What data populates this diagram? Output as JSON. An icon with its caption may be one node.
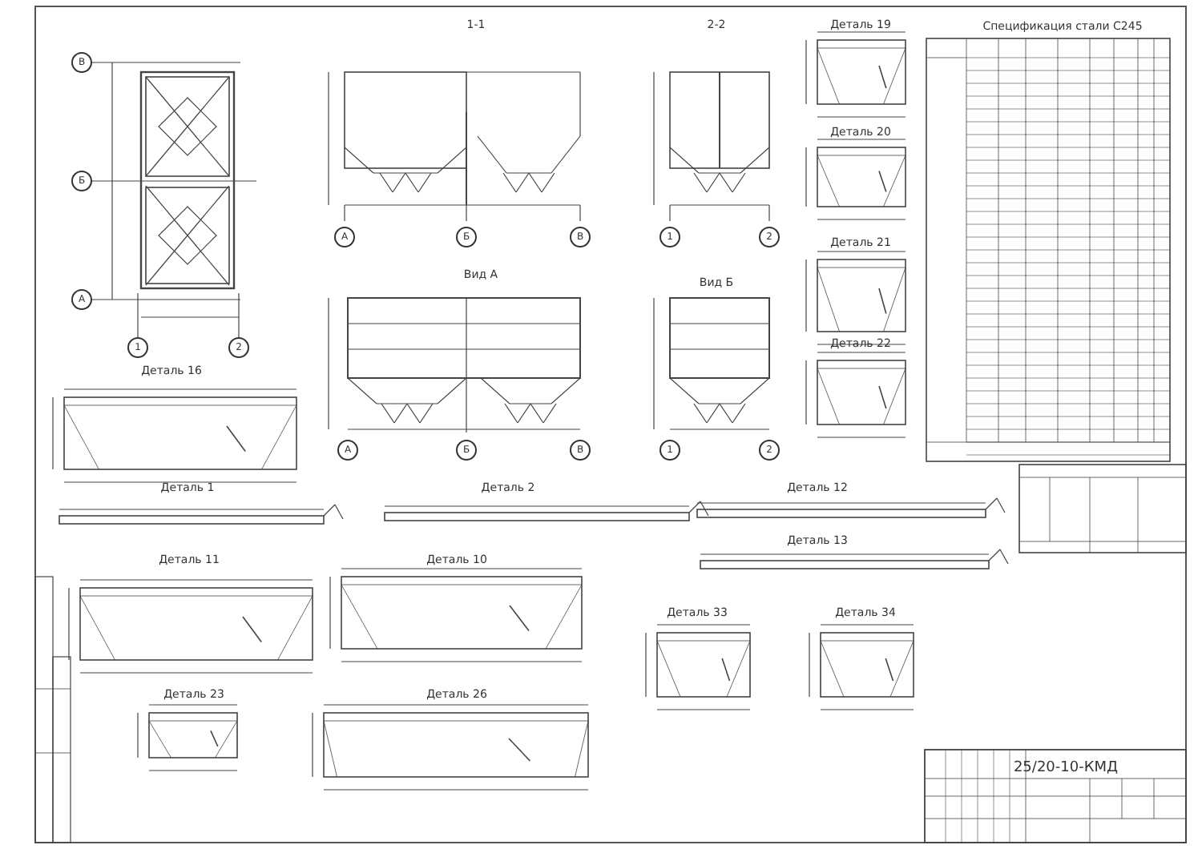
{
  "diagram": {
    "labels": [
      "1-1",
      "2-2",
      "Деталь 19",
      "Спецификация стали С245",
      "В",
      "Б",
      "А",
      "Вид А",
      "Вид Б",
      "Деталь 20",
      "Деталь 21",
      "Деталь 22",
      "А",
      "Б",
      "В",
      "1",
      "2",
      "1",
      "2",
      "Деталь 16",
      "А",
      "Б",
      "В",
      "1",
      "2",
      "Деталь 1",
      "Деталь 2",
      "Деталь 12",
      "Деталь 13",
      "Деталь 11",
      "Деталь 10",
      "Деталь 33",
      "Деталь 34",
      "Деталь 23",
      "Деталь 26",
      "25/20-10-КМД"
    ]
  }
}
